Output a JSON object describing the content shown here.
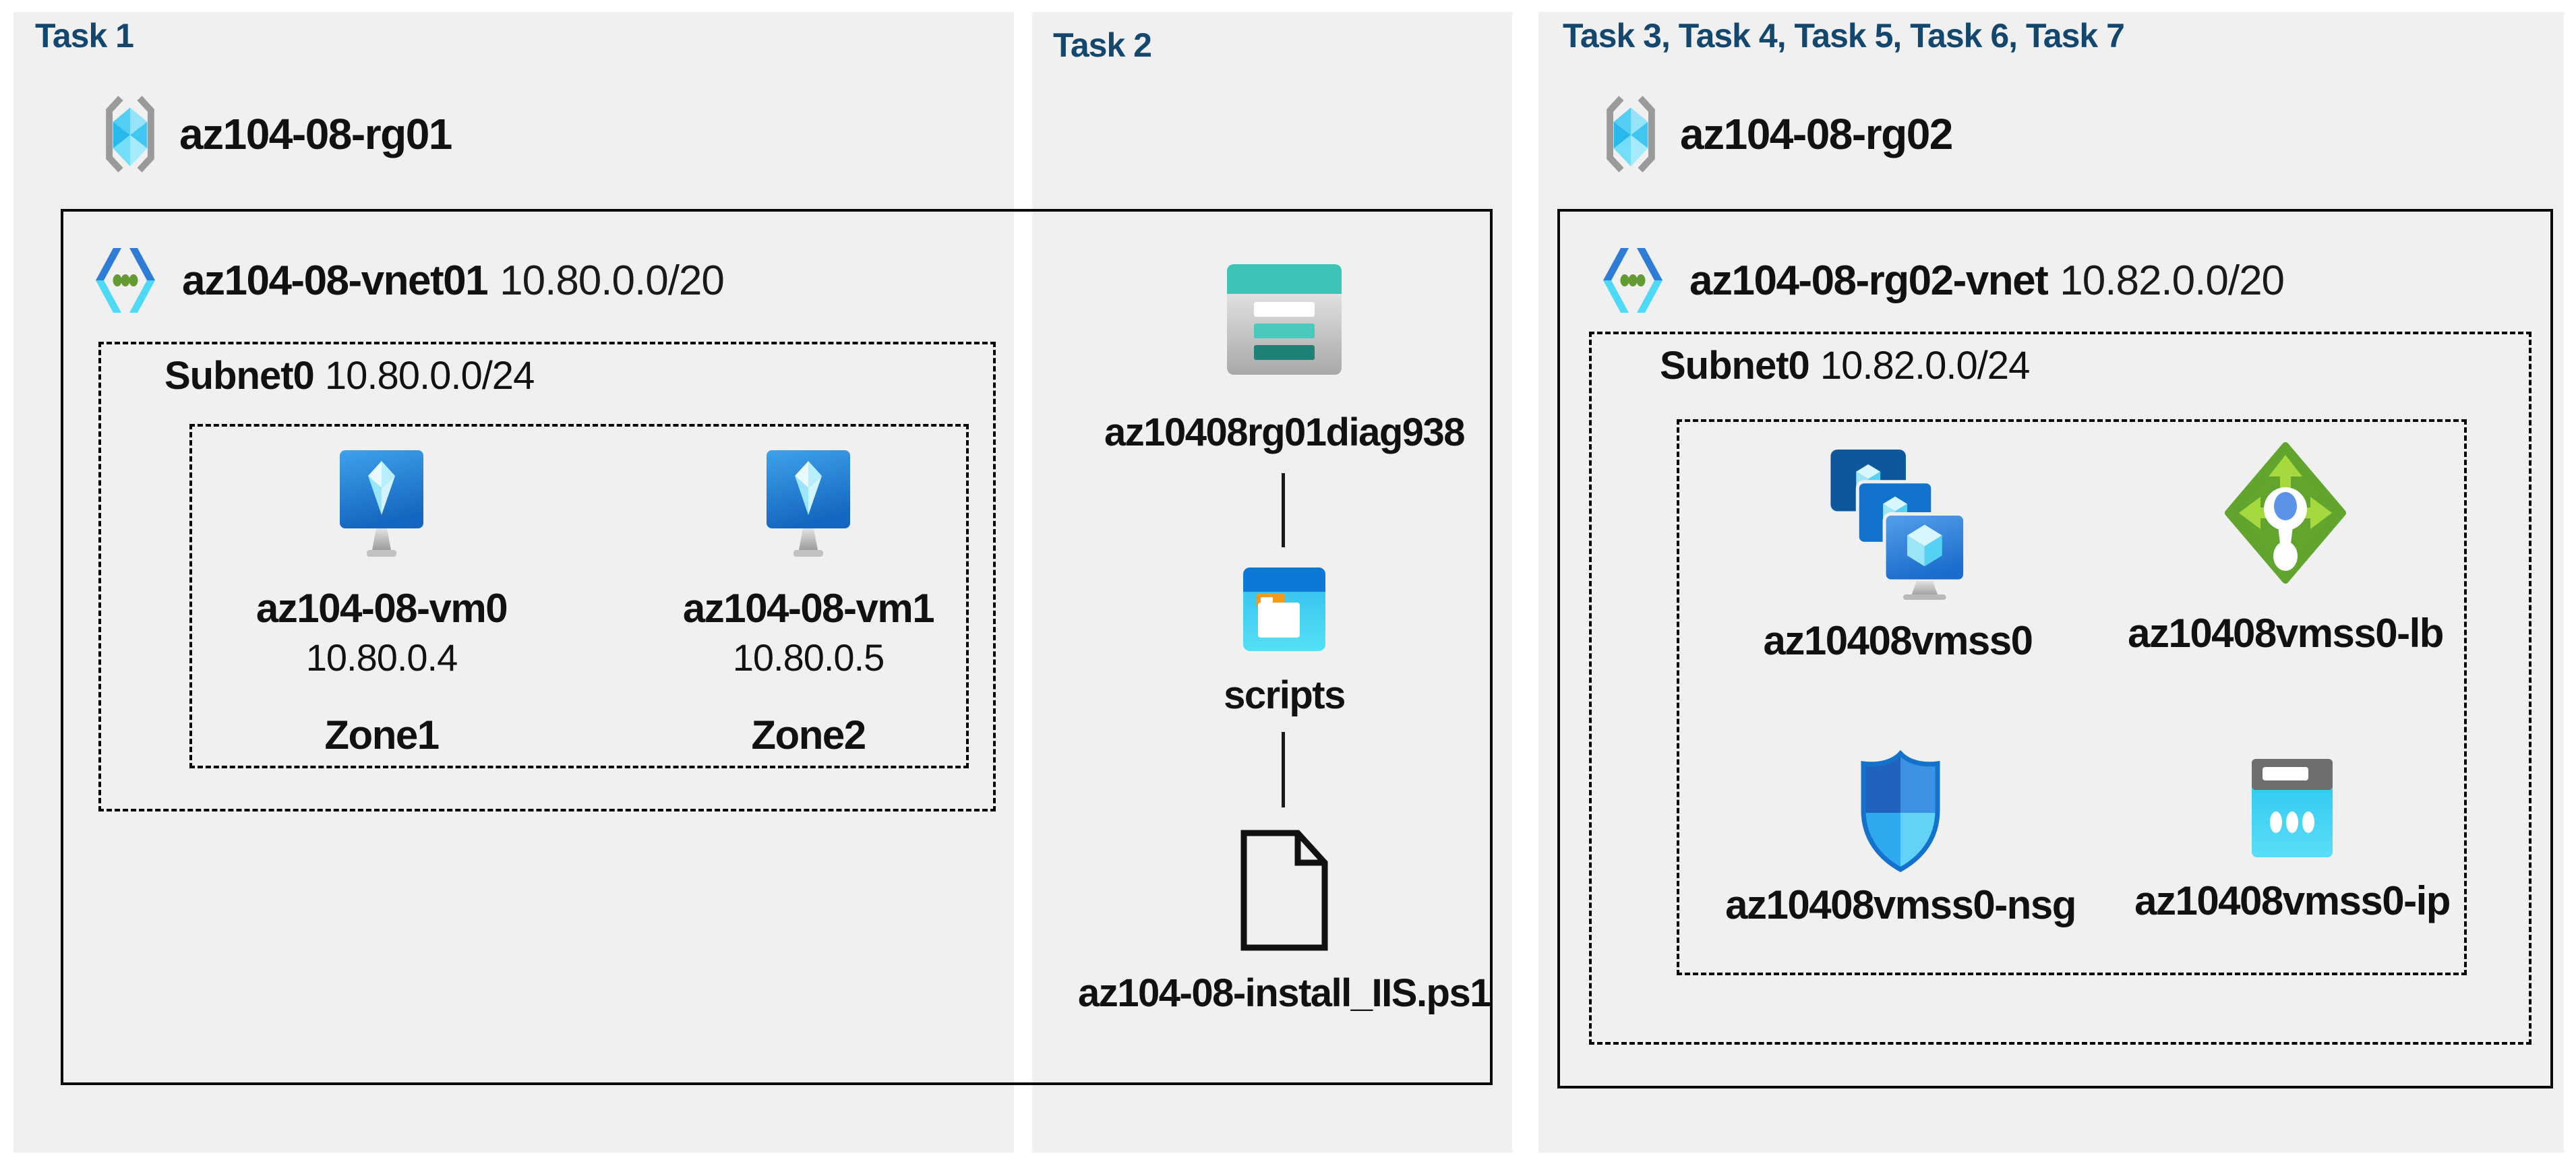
{
  "panels": {
    "task1": {
      "title": "Task 1",
      "resource_group": "az104-08-rg01",
      "vnet": {
        "name": "az104-08-vnet01",
        "cidr": "10.80.0.0/20"
      },
      "subnet": {
        "name": "Subnet0",
        "cidr": "10.80.0.0/24"
      },
      "vms": [
        {
          "name": "az104-08-vm0",
          "ip": "10.80.0.4",
          "zone": "Zone1"
        },
        {
          "name": "az104-08-vm1",
          "ip": "10.80.0.5",
          "zone": "Zone2"
        }
      ]
    },
    "task2": {
      "title": "Task 2",
      "storage_account": "az10408rg01diag938",
      "blob_container": "scripts",
      "script_file": "az104-08-install_IIS.ps1"
    },
    "task3": {
      "title": "Task 3, Task 4, Task 5, Task 6, Task 7",
      "resource_group": "az104-08-rg02",
      "vnet": {
        "name": "az104-08-rg02-vnet",
        "cidr": "10.82.0.0/20"
      },
      "subnet": {
        "name": "Subnet0",
        "cidr": "10.82.0.0/24"
      },
      "resources": [
        {
          "name": "az10408vmss0",
          "type": "vm-scale-set"
        },
        {
          "name": "az10408vmss0-lb",
          "type": "load-balancer"
        },
        {
          "name": "az10408vmss0-nsg",
          "type": "network-security-group"
        },
        {
          "name": "az10408vmss0-ip",
          "type": "public-ip"
        }
      ]
    }
  },
  "colors": {
    "title": "#14476E",
    "panel_bg": "#F0F0F1",
    "border": "#000000",
    "storage_teal": "#3DC4B6",
    "azure_blue": "#1173C8",
    "lb_green": "#61A42E"
  }
}
